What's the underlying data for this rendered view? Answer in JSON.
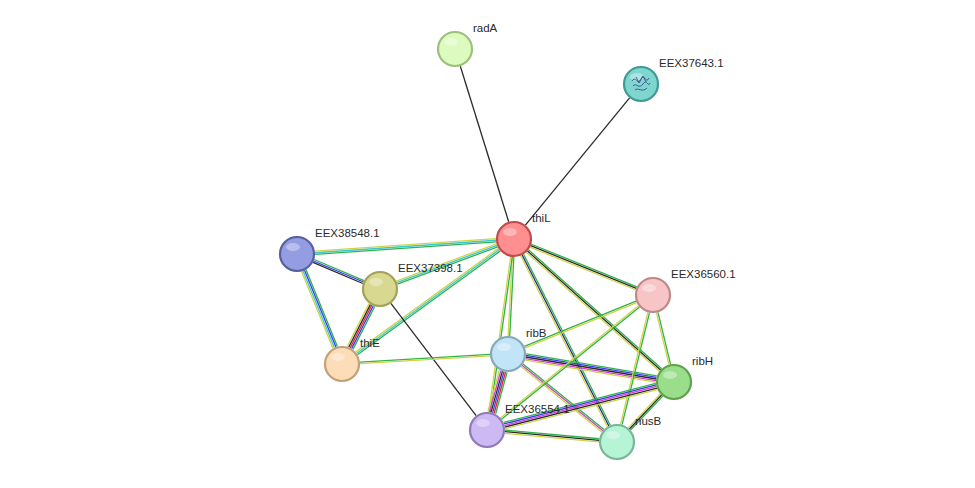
{
  "diagram": {
    "nodes": [
      {
        "text": [
          "radA"
        ]
      },
      {
        "text": [
          "EEX37643.1"
        ]
      },
      {
        "text": [
          "thiL"
        ]
      },
      {
        "text": [
          "EEX38548.1"
        ]
      },
      {
        "text": [
          "EEX37398.1"
        ]
      },
      {
        "text": [
          "EEX36560.1"
        ]
      },
      {
        "text": [
          "ribB"
        ]
      },
      {
        "text": [
          "thiE"
        ]
      },
      {
        "text": [
          "ribH"
        ]
      },
      {
        "text": [
          "EEX36554.1"
        ]
      },
      {
        "text": [
          "nusB"
        ]
      }
    ],
    "edges": [
      {
        "from": 0,
        "to": 2,
        "arrow": "none"
      },
      {
        "from": 1,
        "to": 2,
        "arrow": "none"
      },
      {
        "from": 2,
        "to": 3,
        "arrow": "none"
      },
      {
        "from": 2,
        "to": 4,
        "arrow": "none"
      },
      {
        "from": 2,
        "to": 7,
        "arrow": "none"
      },
      {
        "from": 2,
        "to": 5,
        "arrow": "none"
      },
      {
        "from": 2,
        "to": 6,
        "arrow": "none"
      },
      {
        "from": 2,
        "to": 8,
        "arrow": "none"
      },
      {
        "from": 2,
        "to": 10,
        "arrow": "none"
      },
      {
        "from": 2,
        "to": 9,
        "arrow": "none"
      },
      {
        "from": 3,
        "to": 4,
        "arrow": "none"
      },
      {
        "from": 3,
        "to": 7,
        "arrow": "none"
      },
      {
        "from": 4,
        "to": 7,
        "arrow": "none"
      },
      {
        "from": 4,
        "to": 9,
        "arrow": "none"
      },
      {
        "from": 7,
        "to": 6,
        "arrow": "none"
      },
      {
        "from": 6,
        "to": 9,
        "arrow": "none"
      },
      {
        "from": 6,
        "to": 8,
        "arrow": "none"
      },
      {
        "from": 6,
        "to": 10,
        "arrow": "none"
      },
      {
        "from": 6,
        "to": 5,
        "arrow": "none"
      },
      {
        "from": 5,
        "to": 9,
        "arrow": "none"
      },
      {
        "from": 5,
        "to": 8,
        "arrow": "none"
      },
      {
        "from": 5,
        "to": 10,
        "arrow": "none"
      },
      {
        "from": 9,
        "to": 8,
        "arrow": "none"
      },
      {
        "from": 9,
        "to": 10,
        "arrow": "none"
      },
      {
        "from": 8,
        "to": 10,
        "arrow": "none"
      }
    ]
  }
}
